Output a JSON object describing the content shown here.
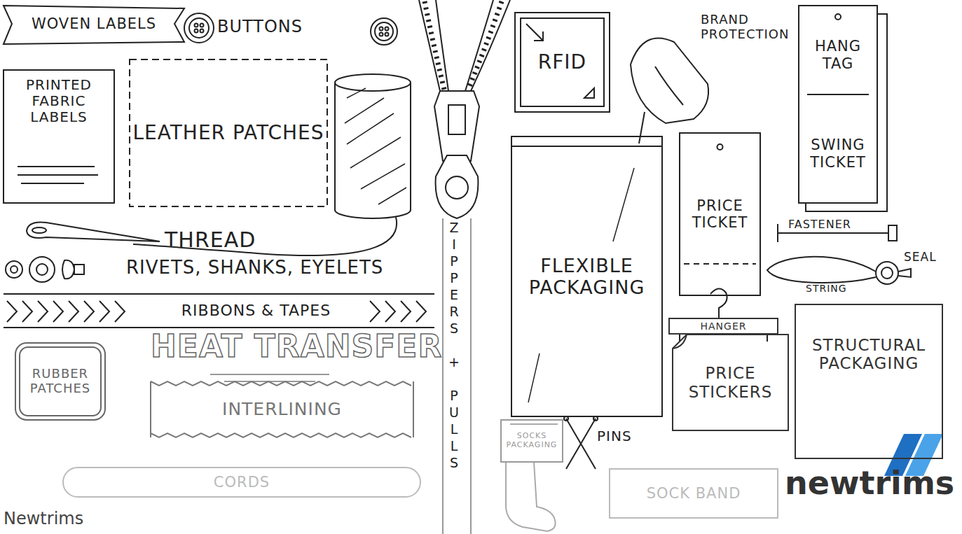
{
  "diagram": {
    "caption": "Newtrims",
    "nodes": [
      {
        "text": [
          "WOVEN LABELS"
        ]
      },
      {
        "text": [
          "PRINTED FABRIC LABELS"
        ]
      },
      {
        "text": [
          "LEATHER PATCHES"
        ]
      },
      {
        "text": [
          "RFID"
        ]
      },
      {
        "text": [
          "HANG TAG",
          "SWING TICKET"
        ]
      },
      {
        "text": [
          "FLEXIBLE PACKAGING"
        ]
      },
      {
        "text": [
          "PRICE TICKET"
        ]
      },
      {
        "text": [
          "RIBBONS & TAPES"
        ]
      },
      {
        "text": [
          "RUBBER PATCHES"
        ]
      },
      {
        "text": [
          "INTERLINING"
        ]
      },
      {
        "text": [
          "HANGER"
        ]
      },
      {
        "text": [
          "PRICE STICKERS"
        ]
      },
      {
        "text": [
          "STRUCTURAL PACKAGING"
        ]
      },
      {
        "text": [
          "SOCKS PACKAGING"
        ]
      },
      {
        "text": [
          "CORDS"
        ]
      },
      {
        "text": [
          "SOCK BAND"
        ]
      }
    ],
    "labels": [
      "BUTTONS",
      "THREAD",
      "RIVETS, SHANKS, EYELETS",
      "HEAT TRANSFER",
      "ZIPPERS + PULLS",
      "BRAND PROTECTION",
      "FASTENER",
      "SEAL",
      "STRING",
      "PINS",
      "newtrims"
    ]
  }
}
